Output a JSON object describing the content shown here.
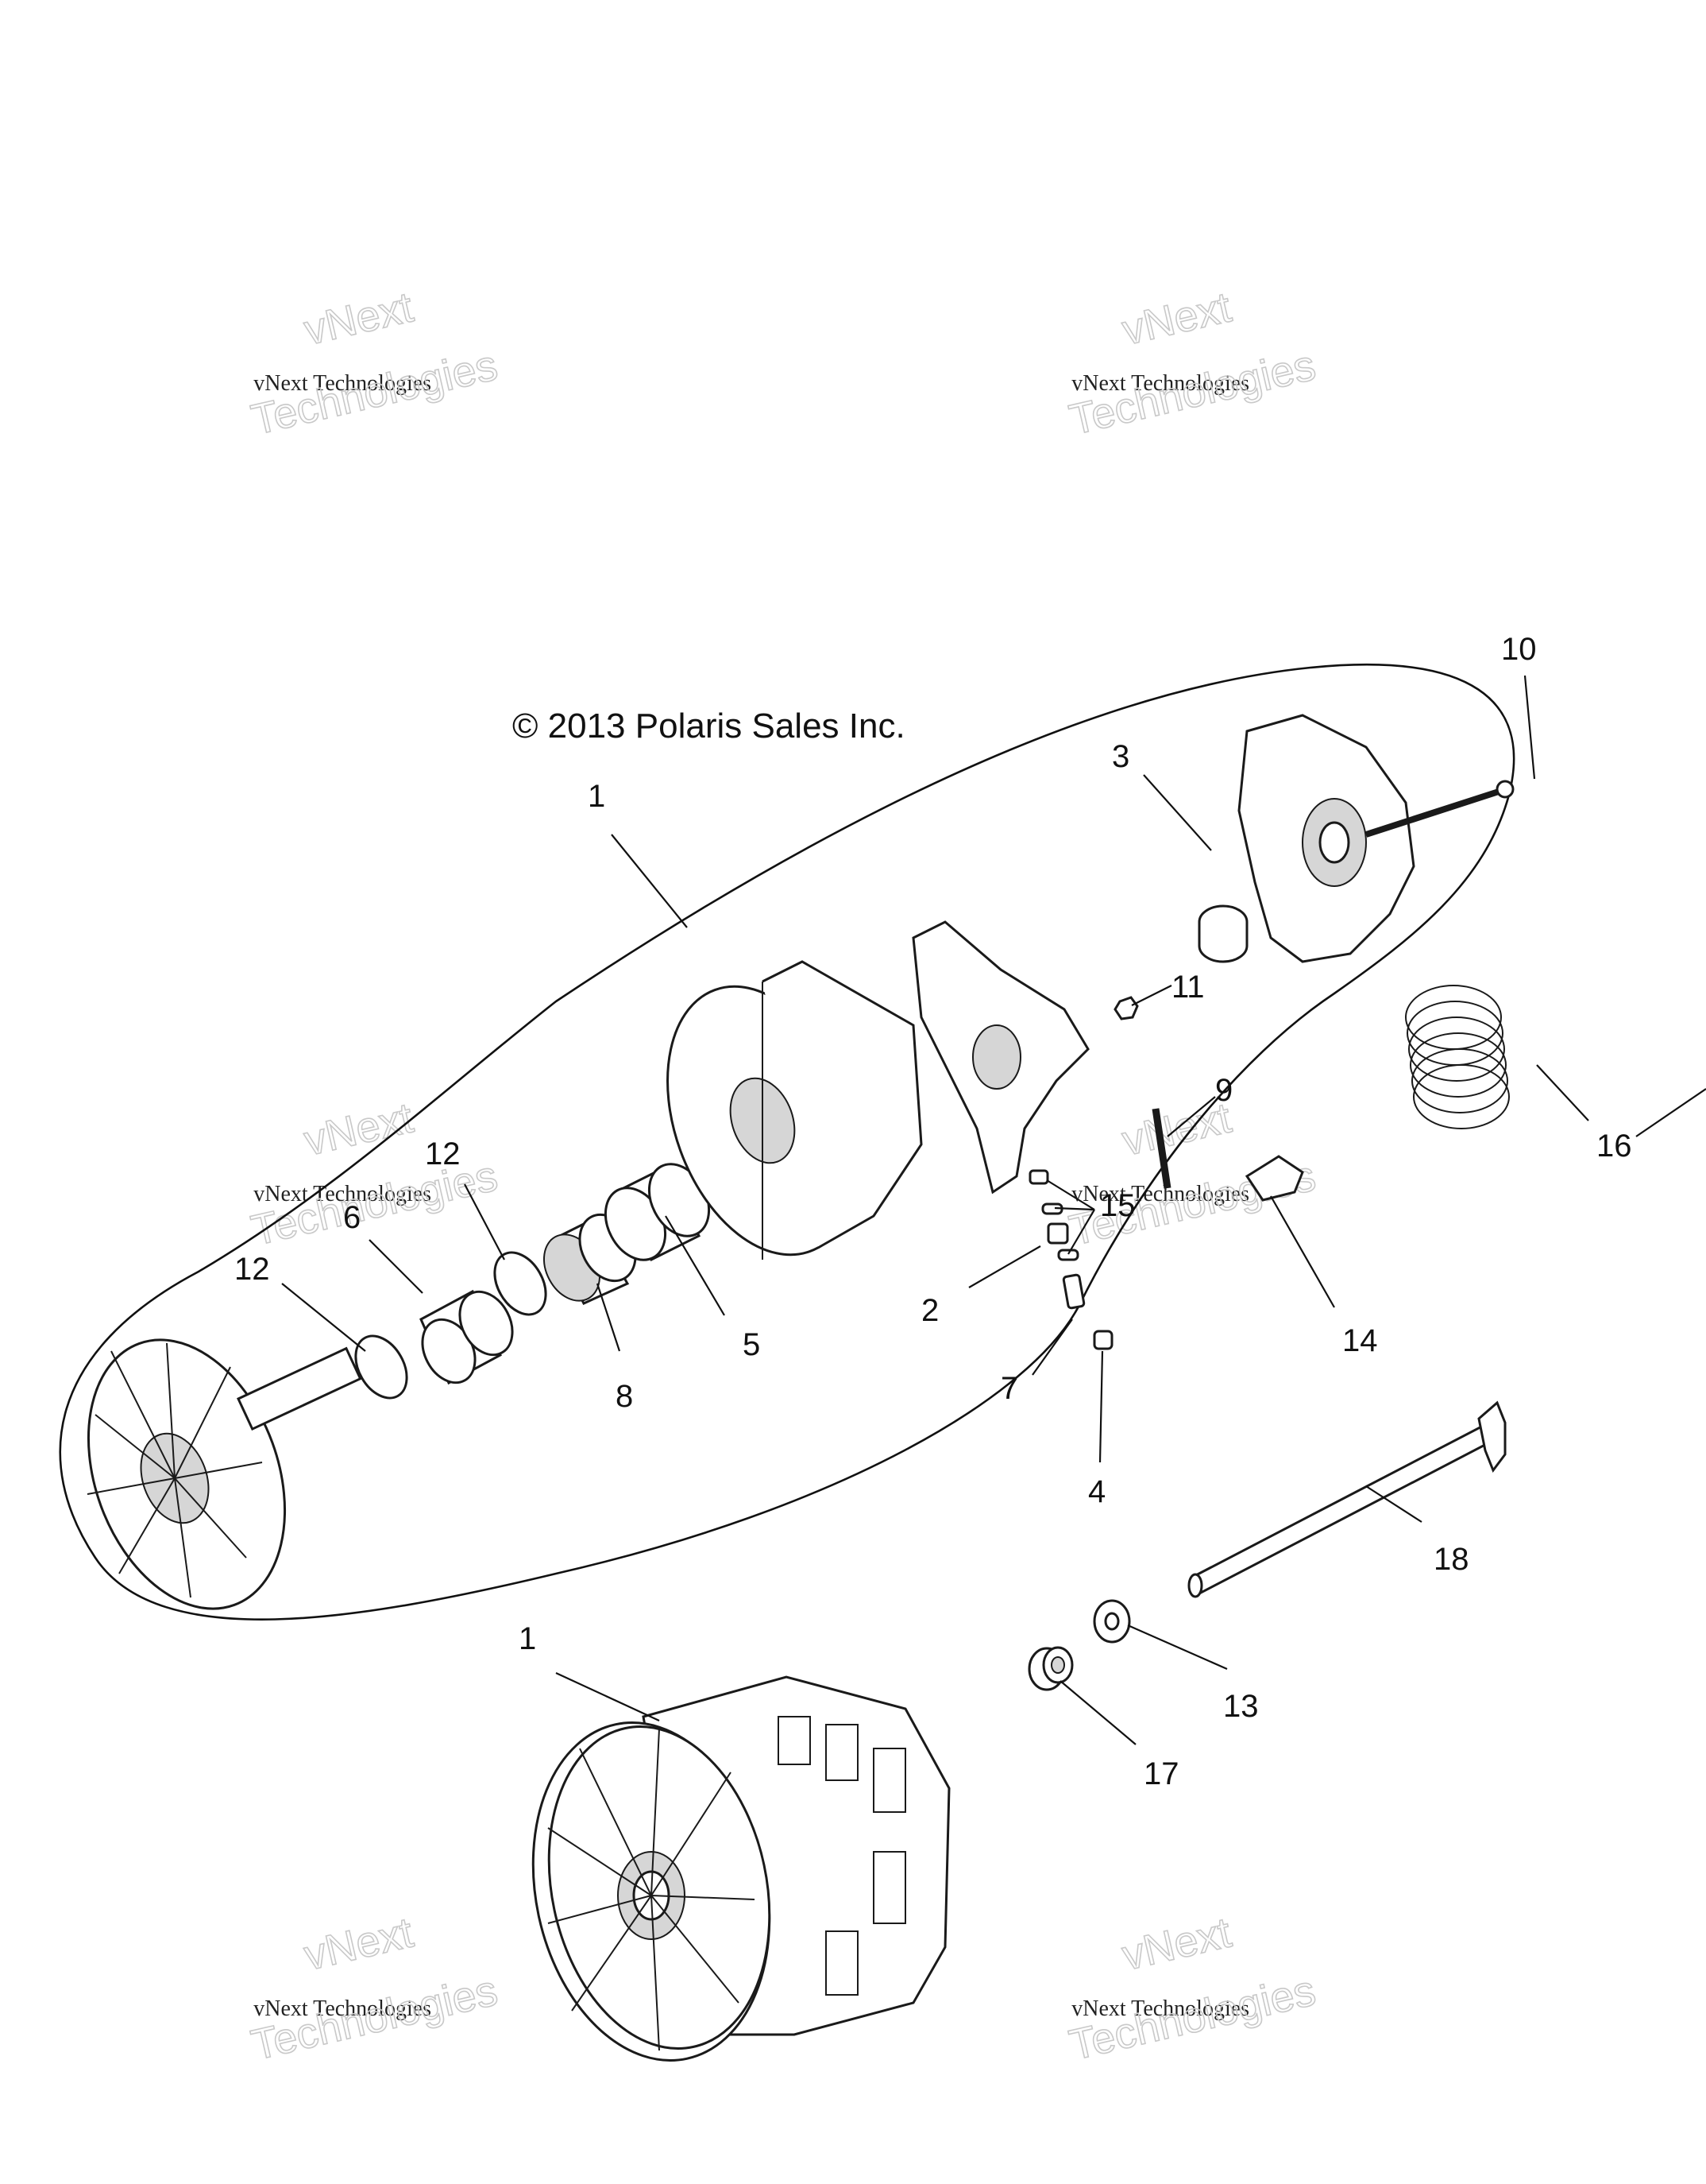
{
  "copyright": "© 2013 Polaris Sales Inc.",
  "watermark": {
    "line_small": "vNext Technologies",
    "line_big_top": "vNext",
    "line_big_bottom": "Technologies"
  },
  "callouts": [
    {
      "id": "c1-top",
      "text": "1"
    },
    {
      "id": "c1-bottom",
      "text": "1"
    },
    {
      "id": "c2",
      "text": "2"
    },
    {
      "id": "c3",
      "text": "3"
    },
    {
      "id": "c4",
      "text": "4"
    },
    {
      "id": "c5",
      "text": "5"
    },
    {
      "id": "c6",
      "text": "6"
    },
    {
      "id": "c7",
      "text": "7"
    },
    {
      "id": "c8",
      "text": "8"
    },
    {
      "id": "c9",
      "text": "9"
    },
    {
      "id": "c10",
      "text": "10"
    },
    {
      "id": "c11",
      "text": "11"
    },
    {
      "id": "c12-a",
      "text": "12"
    },
    {
      "id": "c12-b",
      "text": "12"
    },
    {
      "id": "c13",
      "text": "13"
    },
    {
      "id": "c14",
      "text": "14"
    },
    {
      "id": "c15",
      "text": "15"
    },
    {
      "id": "c16",
      "text": "16"
    },
    {
      "id": "c17",
      "text": "17"
    },
    {
      "id": "c18",
      "text": "18"
    }
  ]
}
